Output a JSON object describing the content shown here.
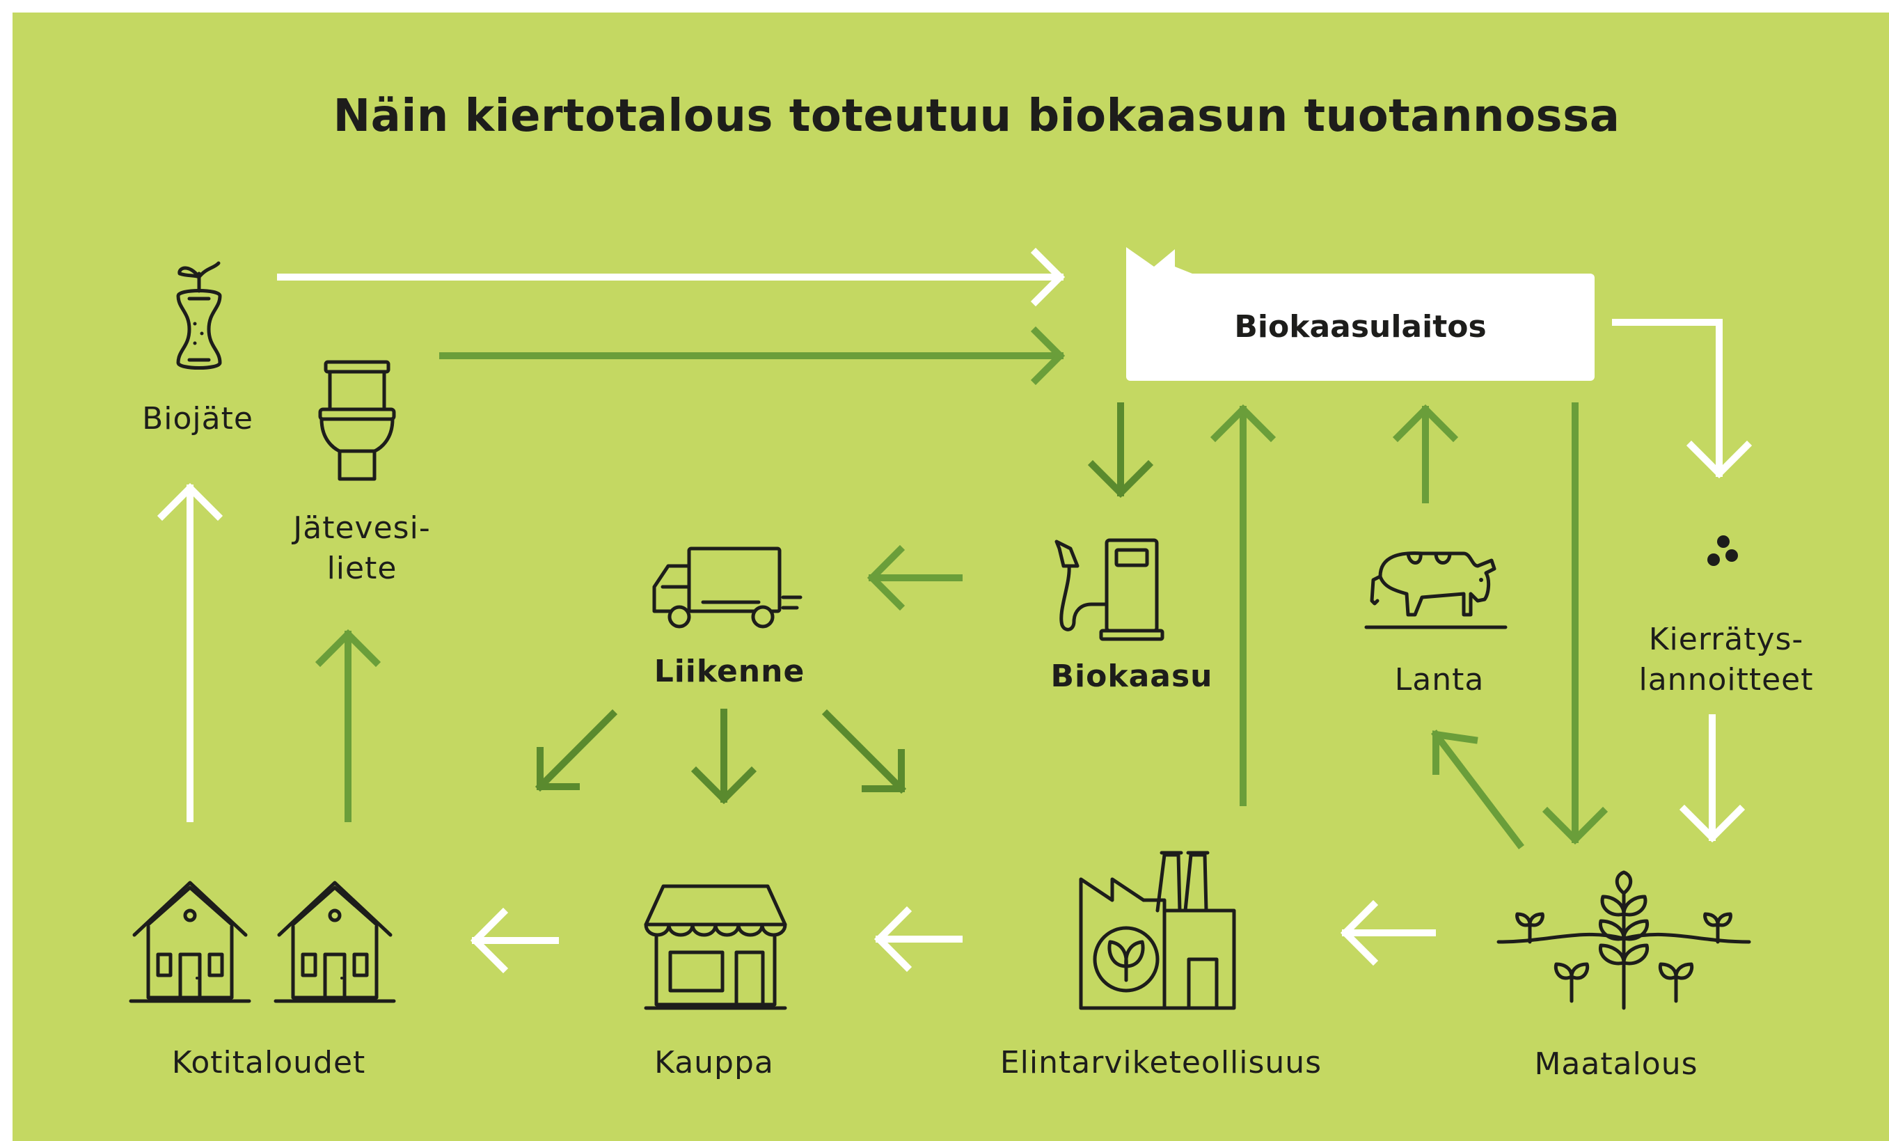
{
  "title": "Näin kiertotalous toteutuu biokaasun tuotannossa",
  "nodes": {
    "biojate": "Biojäte",
    "jatevesiliete_line1": "Jätevesi-",
    "jatevesiliete_line2": "liete",
    "biokaasulaitos": "Biokaasulaitos",
    "liikenne": "Liikenne",
    "biokaasu": "Biokaasu",
    "lanta": "Lanta",
    "kierratyslannoitteet_line1": "Kierrätys-",
    "kierratyslannoitteet_line2": "lannoitteet",
    "kotitaloudet": "Kotitaloudet",
    "kauppa": "Kauppa",
    "elintarviketeollisuus": "Elintarviketeollisuus",
    "maatalous": "Maatalous"
  },
  "colors": {
    "background": "#c4d862",
    "white_arrow": "#ffffff",
    "green_arrow": "#6a9e3a",
    "dark_green_arrow": "#5a8a2e",
    "text": "#1d1d1b"
  },
  "icons": [
    "apple-core-icon",
    "toilet-icon",
    "truck-icon",
    "fuel-pump-icon",
    "cow-icon",
    "fertilizer-dots-icon",
    "houses-icon",
    "shop-icon",
    "factory-icon",
    "crops-icon"
  ]
}
